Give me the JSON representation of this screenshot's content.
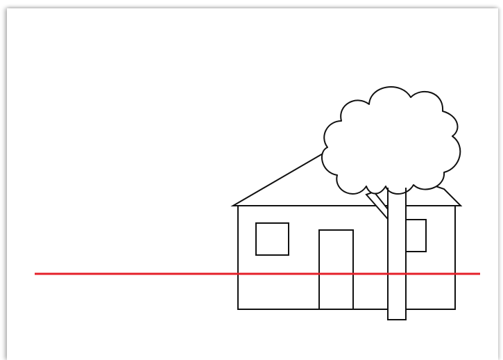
{
  "colors": {
    "background": "#ffffff",
    "outline": "#111111",
    "horizon_line": "#e5202a"
  },
  "scene": {
    "elements": [
      "house",
      "roof",
      "window",
      "window",
      "door",
      "tree",
      "horizon-line"
    ]
  }
}
